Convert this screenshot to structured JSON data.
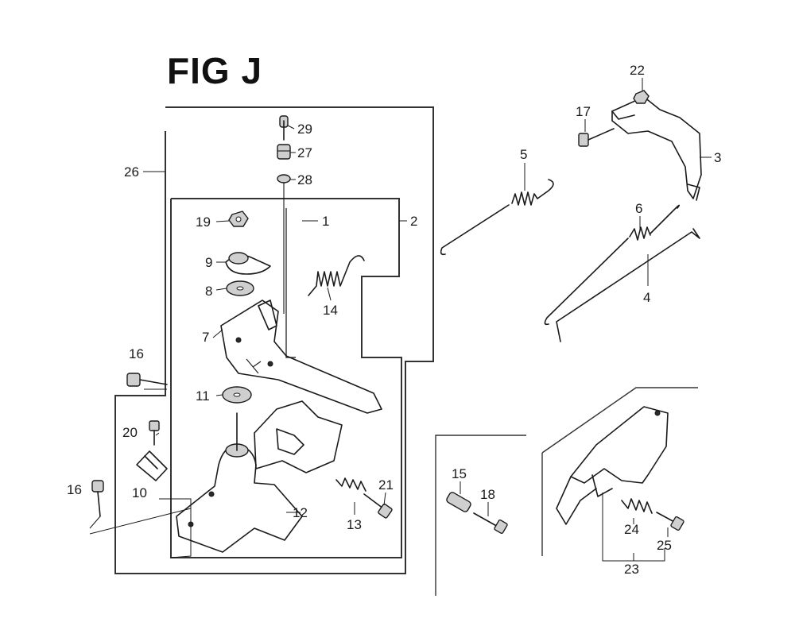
{
  "figure": {
    "title": "FIG J"
  },
  "callouts": {
    "c1": "1",
    "c2": "2",
    "c3": "3",
    "c4": "4",
    "c5": "5",
    "c6": "6",
    "c7": "7",
    "c8": "8",
    "c9": "9",
    "c10": "10",
    "c11": "11",
    "c12": "12",
    "c13": "13",
    "c14": "14",
    "c15": "15",
    "c16a": "16",
    "c16b": "16",
    "c17": "17",
    "c18": "18",
    "c19": "19",
    "c20": "20",
    "c21": "21",
    "c22": "22",
    "c23": "23",
    "c24": "24",
    "c25": "25",
    "c26": "26",
    "c27": "27",
    "c28": "28",
    "c29": "29"
  },
  "colors": {
    "line": "#1a1a1a",
    "background": "#ffffff"
  }
}
